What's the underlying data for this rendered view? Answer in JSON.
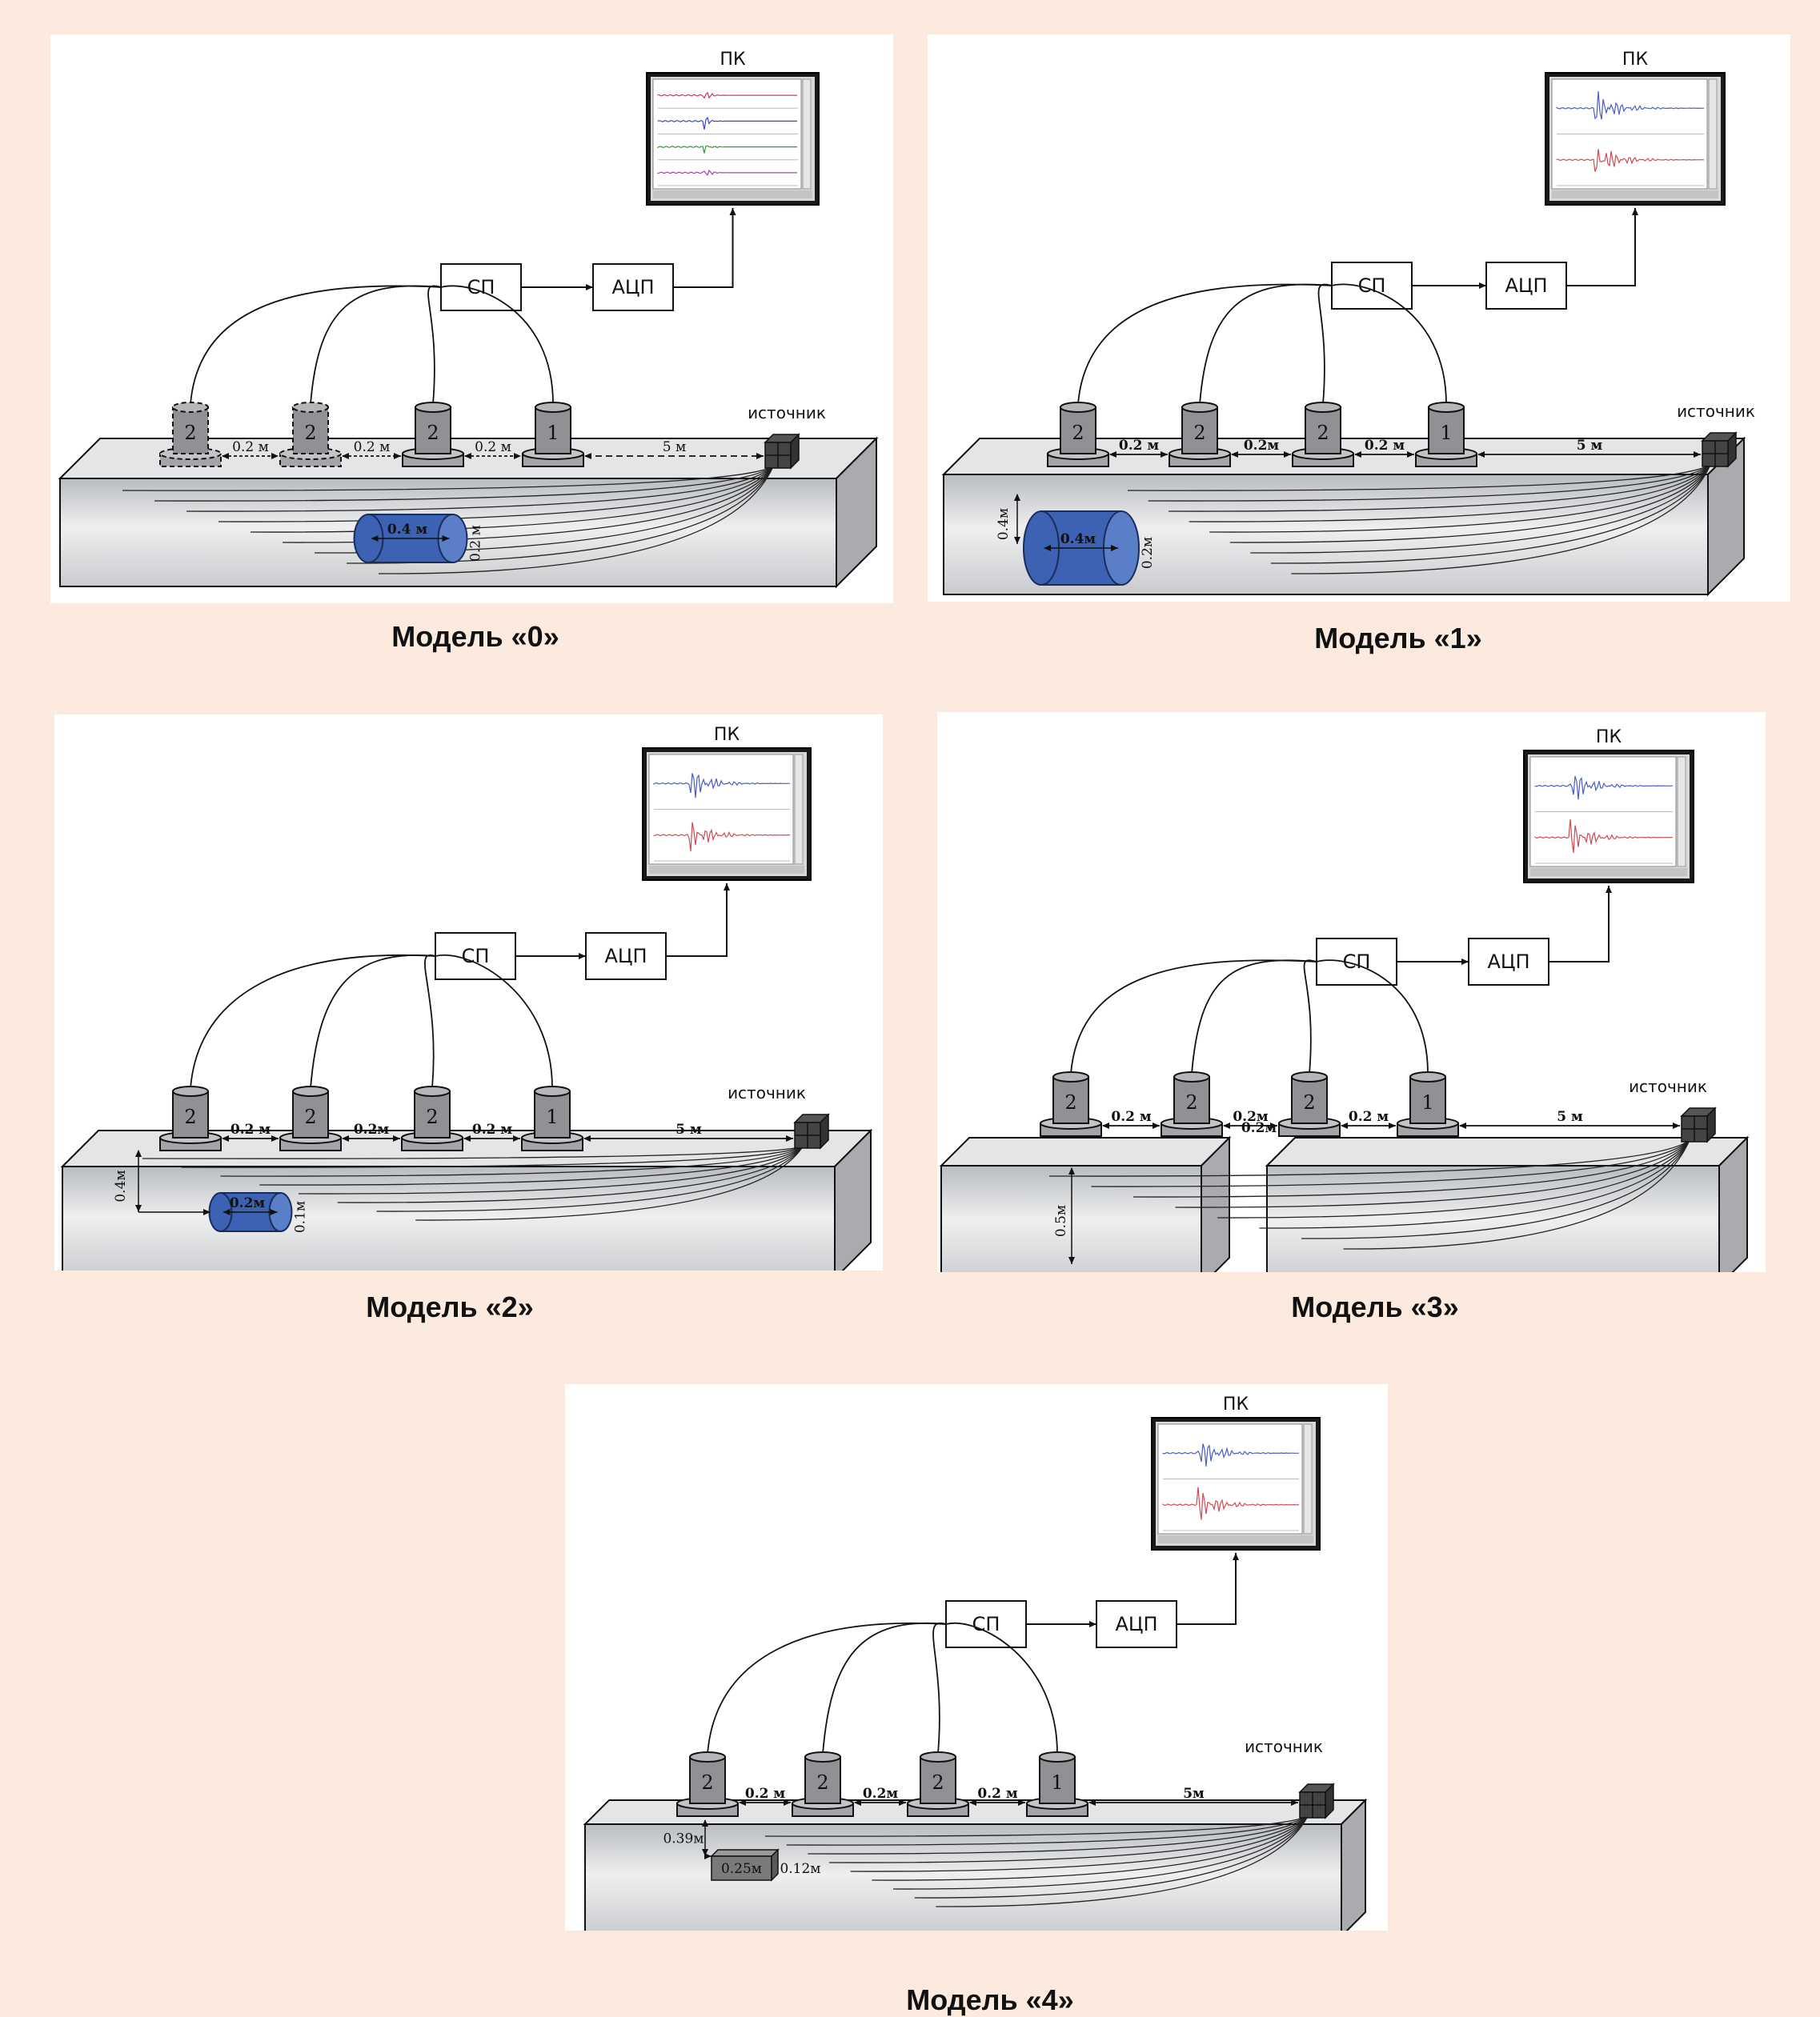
{
  "labels": {
    "pc": "ПК",
    "sp": "СП",
    "adc": "АЦП",
    "source": "источник",
    "sensor_ref": "1",
    "sensor_other": "2"
  },
  "models": [
    {
      "caption": "Модель «0»",
      "spacing_labels": [
        "0.2 м",
        "0.2 м",
        "0.2 м",
        "5 м"
      ],
      "inclusion": "cylinder",
      "inclusion_labels": [
        "0.4 м",
        "0.2 м"
      ],
      "depth_label": "",
      "signal_colors": [
        "#d0336a",
        "#3a44c8",
        "#2f9a3b",
        "#b03ab8"
      ]
    },
    {
      "caption": "Модель «1»",
      "spacing_labels": [
        "0.2 м",
        "0.2м",
        "0.2 м",
        "5 м"
      ],
      "inclusion": "cylinder",
      "inclusion_labels": [
        "0.4м",
        "0.2м"
      ],
      "depth_label": "0.4м",
      "signal_colors": [
        "#4a5cc4",
        "#d04a52"
      ]
    },
    {
      "caption": "Модель «2»",
      "spacing_labels": [
        "0.2 м",
        "0.2м",
        "0.2 м",
        "5 м"
      ],
      "inclusion": "cylinder",
      "inclusion_labels": [
        "0.2м",
        "0.1м"
      ],
      "depth_label": "0.4м",
      "signal_colors": [
        "#4a5cc4",
        "#d04a52"
      ]
    },
    {
      "caption": "Модель «3»",
      "spacing_labels": [
        "0.2 м",
        "0.2м",
        "0.2 м",
        "5 м"
      ],
      "inclusion": "gap",
      "inclusion_labels": [],
      "depth_label": "0.5м",
      "signal_colors": [
        "#4a5cc4",
        "#d04a52"
      ]
    },
    {
      "caption": "Модель «4»",
      "spacing_labels": [
        "0.2 м",
        "0.2м",
        "0.2 м",
        "5м"
      ],
      "inclusion": "box",
      "inclusion_labels": [
        "0.25м",
        "0.12м"
      ],
      "depth_label": "0.39м",
      "signal_colors": [
        "#4a5cc4",
        "#d04a52"
      ]
    }
  ]
}
